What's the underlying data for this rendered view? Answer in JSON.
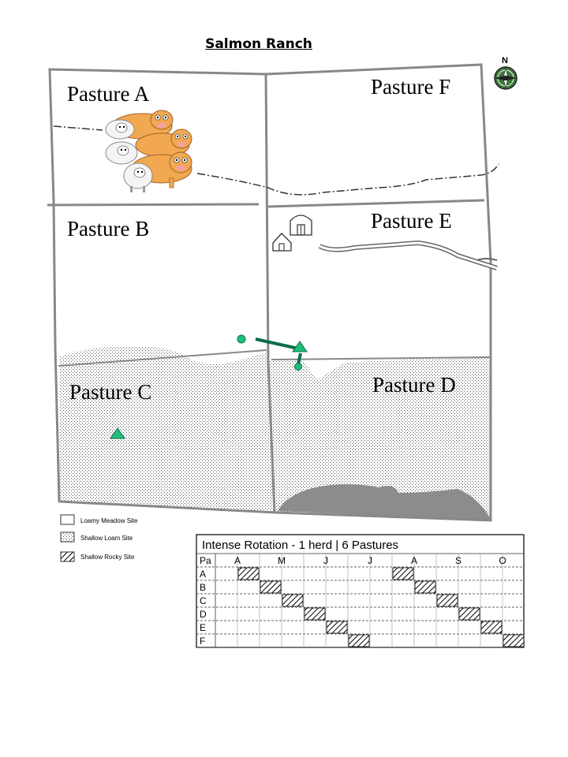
{
  "title": "Salmon Ranch",
  "compass": {
    "label": "N",
    "icon": "compass-rose-icon"
  },
  "pastures": [
    {
      "id": "A",
      "label": "Pasture A"
    },
    {
      "id": "B",
      "label": "Pasture B"
    },
    {
      "id": "C",
      "label": "Pasture C"
    },
    {
      "id": "D",
      "label": "Pasture D"
    },
    {
      "id": "E",
      "label": "Pasture E"
    },
    {
      "id": "F",
      "label": "Pasture F"
    }
  ],
  "legend": [
    {
      "key": "loamy",
      "label": "Loamy Meadow Site"
    },
    {
      "key": "shallow-loam",
      "label": "Shallow Loam Site"
    },
    {
      "key": "shallow-rocky",
      "label": "Shallow Rocky Site"
    }
  ],
  "schedule": {
    "title": "Intense Rotation - 1 herd | 6 Pastures",
    "header_label": "Pa",
    "months": [
      "A",
      "M",
      "J",
      "J",
      "A",
      "S",
      "O"
    ],
    "rows": [
      "A",
      "B",
      "C",
      "D",
      "E",
      "F"
    ],
    "grazing": [
      [
        1,
        8
      ],
      [
        2,
        9
      ],
      [
        3,
        10
      ],
      [
        4,
        11
      ],
      [
        5,
        12
      ],
      [
        6,
        13
      ]
    ]
  },
  "colors": {
    "water_point": "#1fbf7a",
    "pipeline": "#0a6e4a",
    "fence": "#888888",
    "rocky": "#8c8c8c"
  }
}
